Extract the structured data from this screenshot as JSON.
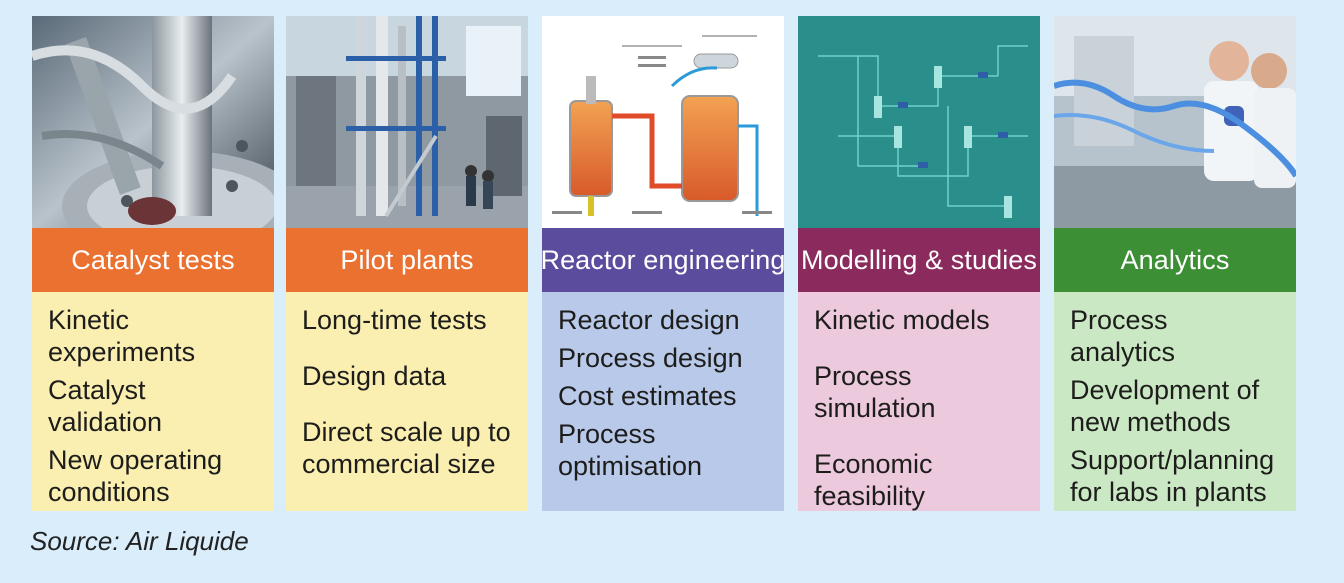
{
  "columns": [
    {
      "id": "catalyst",
      "header": "Catalyst tests",
      "header_color": "#ea7130",
      "body_color": "#faeeb0",
      "items": [
        "Kinetic experiments",
        "Catalyst validation",
        "New operating conditions"
      ]
    },
    {
      "id": "pilot",
      "header": "Pilot plants",
      "header_color": "#ea7130",
      "body_color": "#faeeb0",
      "items": [
        "Long-time tests",
        "Design data",
        "Direct scale up to commercial size"
      ]
    },
    {
      "id": "reactor",
      "header": "Reactor engineering",
      "header_color": "#5b4c9e",
      "body_color": "#b9c9ea",
      "items": [
        "Reactor design",
        "Process design",
        "Cost estimates",
        "Process optimisation"
      ]
    },
    {
      "id": "modelling",
      "header": "Modelling & studies",
      "header_color": "#8b2a5c",
      "body_color": "#edc9dd",
      "items": [
        "Kinetic models",
        "Process simulation",
        "Economic feasibility"
      ]
    },
    {
      "id": "analytics",
      "header": "Analytics",
      "header_color": "#3d8f36",
      "body_color": "#cbe8c4",
      "items": [
        "Process analytics",
        "Development of new methods",
        "Support/planning for labs in plants"
      ]
    }
  ],
  "source": "Source: Air Liquide"
}
